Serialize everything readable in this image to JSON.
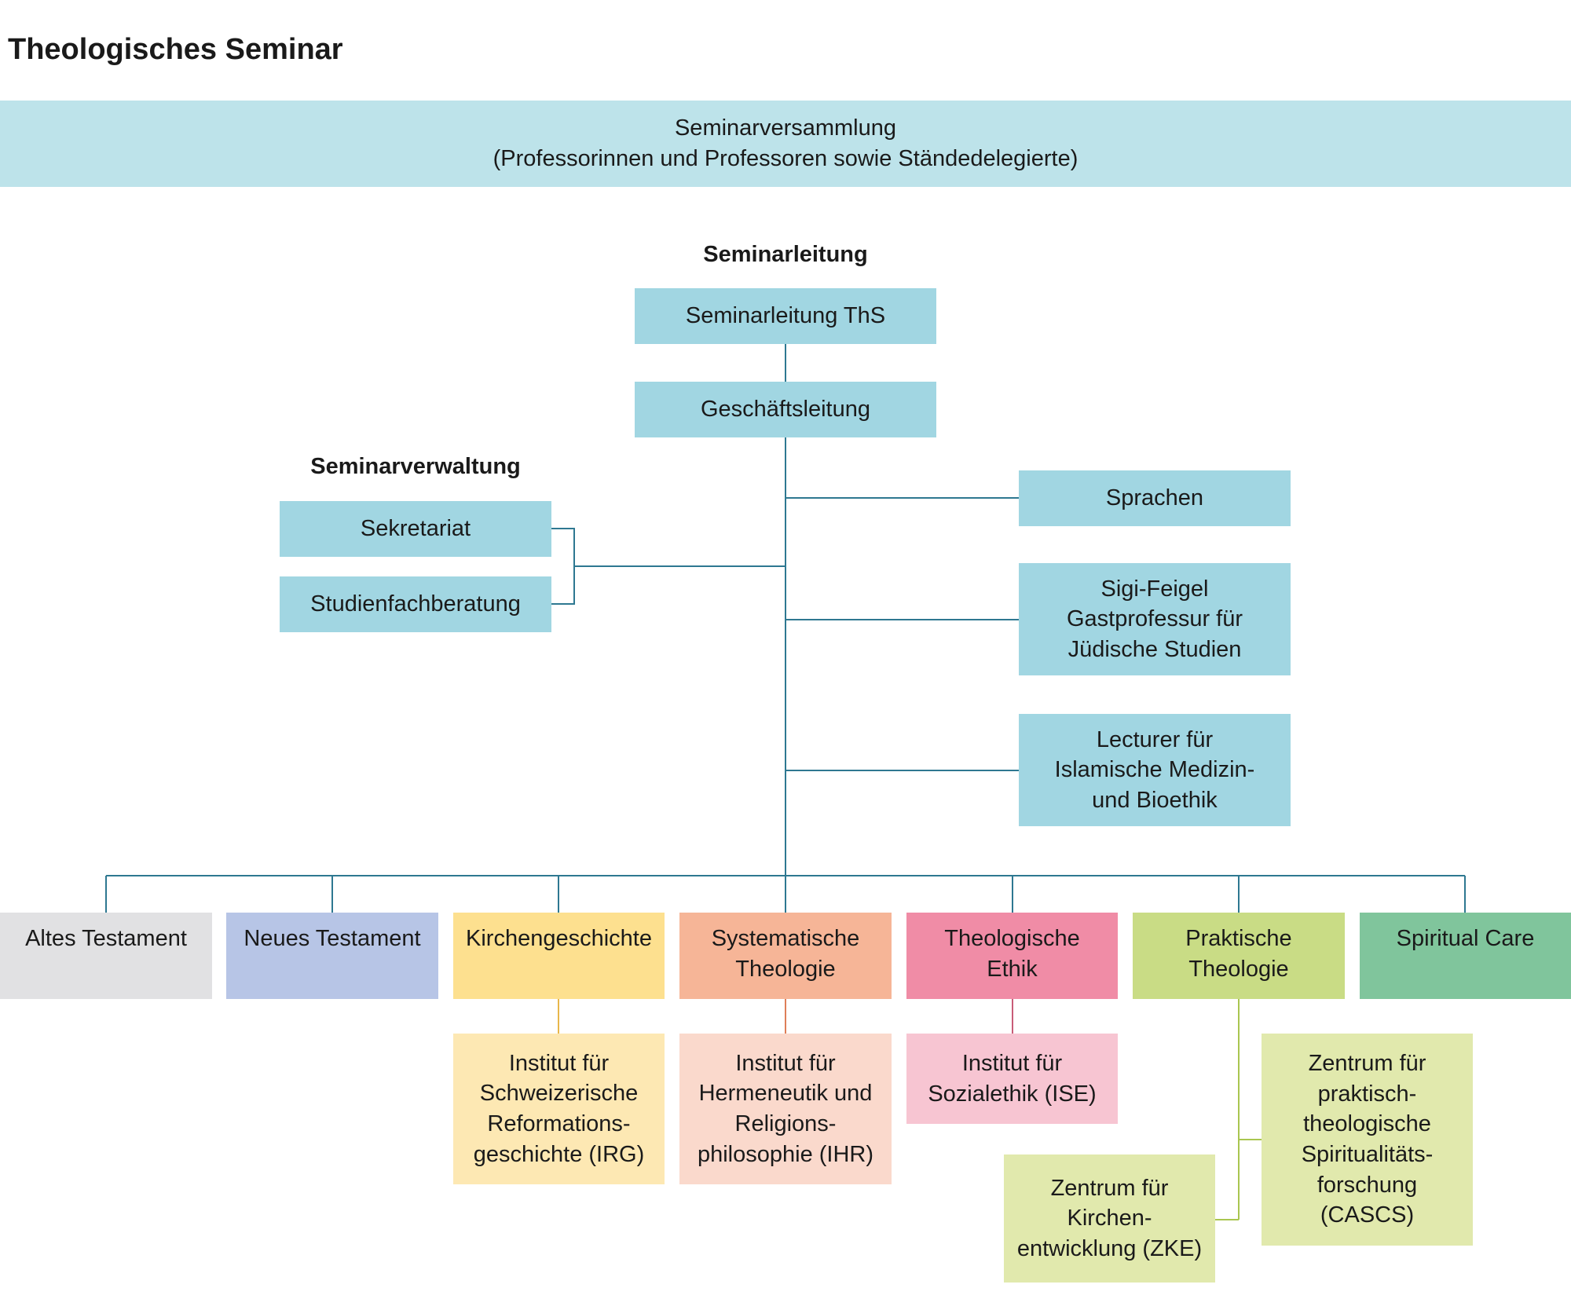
{
  "title": "Theologisches Seminar",
  "assembly": {
    "line1": "Seminarversammlung",
    "line2": "(Professorinnen und Professoren sowie Ständedelegierte)"
  },
  "leadership": {
    "heading": "Seminarleitung",
    "head": "Seminarleitung ThS",
    "management": "Geschäftsleitung"
  },
  "administration": {
    "heading": "Seminarverwaltung",
    "items": [
      "Sekretariat",
      "Studienfachberatung"
    ]
  },
  "staff_units": [
    "Sprachen",
    "Sigi-Feigel\nGastprofessur für\nJüdische Studien",
    "Lecturer für\nIslamische Medizin-\nund Bioethik"
  ],
  "departments": [
    {
      "label": "Altes Testament",
      "color": "#e1e1e3"
    },
    {
      "label": "Neues Testament",
      "color": "#b7c5e6"
    },
    {
      "label": "Kirchengeschichte",
      "color": "#fde08f"
    },
    {
      "label": "Systematische\nTheologie",
      "color": "#f6b597"
    },
    {
      "label": "Theologische\nEthik",
      "color": "#f08ca6"
    },
    {
      "label": "Praktische\nTheologie",
      "color": "#c9dc85"
    },
    {
      "label": "Spiritual Care",
      "color": "#80c59c"
    }
  ],
  "institutes": [
    {
      "label": "Institut für\nSchweizerische\nReformations-\ngeschichte (IRG)",
      "color": "#fde8b3"
    },
    {
      "label": "Institut für\nHermeneutik und\nReligions-\nphilosophie (IHR)",
      "color": "#fad9cc"
    },
    {
      "label": "Institut für\nSozialethik (ISE)",
      "color": "#f7c5d2"
    },
    {
      "label": "Zentrum für\npraktisch-\ntheologische\nSpiritualitäts-\nforschung\n(CASCS)",
      "color": "#e1e9ad"
    },
    {
      "label": "Zentrum für\nKirchen-\nentwicklung (ZKE)",
      "color": "#e1e9ad"
    }
  ],
  "colors": {
    "assembly": "#bde3ea",
    "leadership_box": "#a1d6e2",
    "line": "#2e7891",
    "line_kg": "#e8b74a",
    "line_st": "#de7e58",
    "line_te": "#c85c78",
    "line_pt": "#a9c650"
  }
}
